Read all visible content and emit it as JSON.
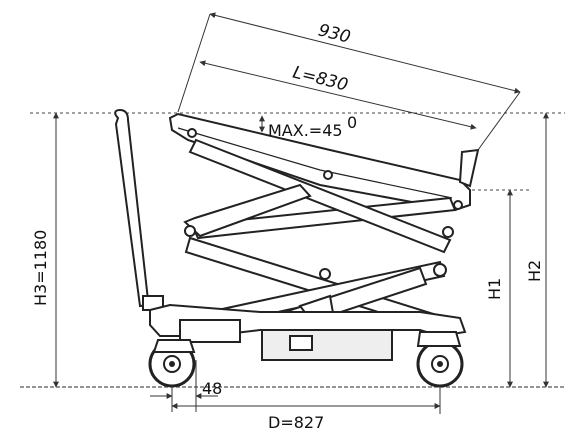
{
  "labels": {
    "overall_length": "930",
    "platform_length": "L=830",
    "max_tilt": "MAX.=45",
    "max_tilt_unit": "0",
    "max_height": "H3=1180",
    "platform_height": "H1",
    "tilted_height": "H2",
    "wheel_offset": "48",
    "wheelbase": "D=827"
  },
  "colors": {
    "ink": "#222222",
    "background": "#ffffff",
    "grey": "#d9d9d9"
  }
}
